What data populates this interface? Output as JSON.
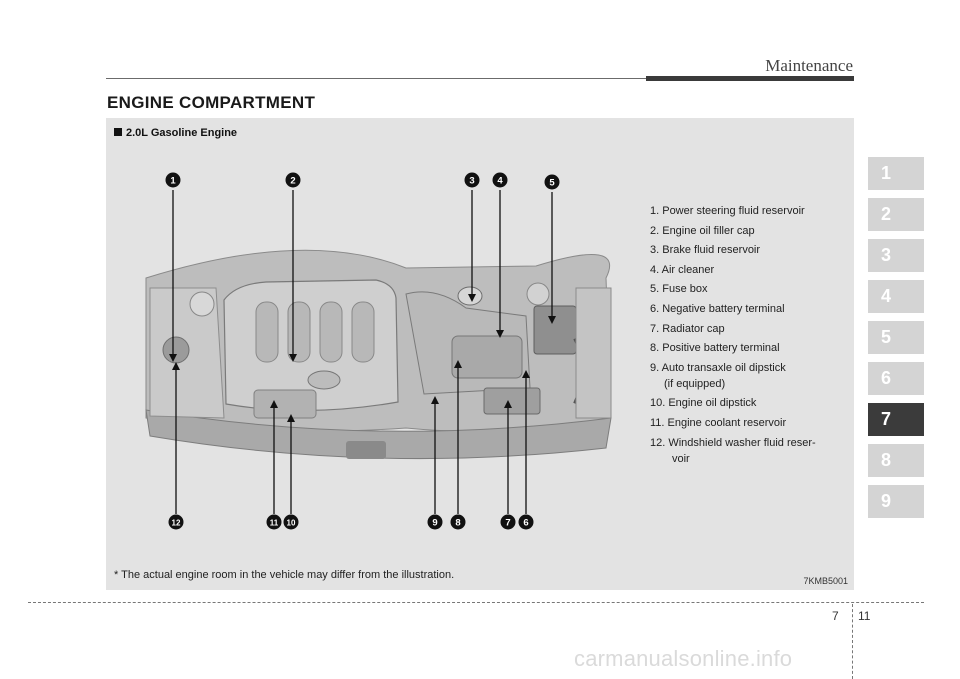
{
  "header": {
    "section_name": "Maintenance",
    "page_title": "ENGINE COMPARTMENT"
  },
  "figure": {
    "engine_label": "2.0L Gasoline Engine",
    "callouts_top": [
      "1",
      "2",
      "3",
      "4",
      "5"
    ],
    "callouts_bottom": [
      "12",
      "11",
      "10",
      "9",
      "8",
      "7",
      "6"
    ],
    "legend": [
      "1. Power steering fluid reservoir",
      "2. Engine oil filler cap",
      "3. Brake fluid reservoir",
      "4. Air cleaner",
      "5. Fuse box",
      "6. Negative battery terminal",
      "7. Radiator cap",
      "8. Positive battery terminal",
      "9. Auto transaxle oil dipstick",
      "(if equipped)",
      "10. Engine oil dipstick",
      "11. Engine coolant reservoir",
      "12. Windshield washer fluid reser-",
      "voir"
    ],
    "footnote": "* The actual engine room in the vehicle may differ from the illustration.",
    "code": "7KMB5001"
  },
  "chapter_tabs": [
    "1",
    "2",
    "3",
    "4",
    "5",
    "6",
    "7",
    "8",
    "9"
  ],
  "active_chapter": "7",
  "footer": {
    "chapter": "7",
    "page": "11"
  },
  "watermark": "carmanualsonline.info"
}
